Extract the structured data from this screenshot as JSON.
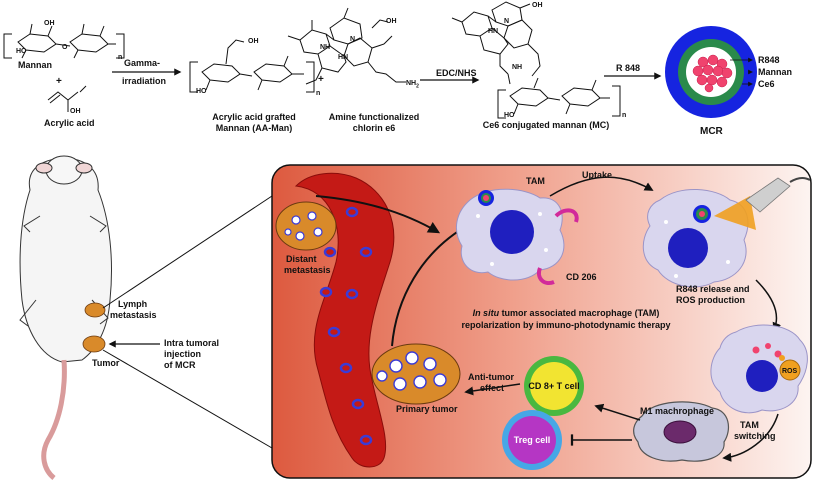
{
  "top_row": {
    "mannan": "Mannan",
    "plus_1": "+",
    "acrylic_acid": "Acrylic acid",
    "gamma_line1": "Gamma-",
    "gamma_line2": "irradiation",
    "aa_man_line1": "Acrylic acid grafted",
    "aa_man_line2": "Mannan (AA-Man)",
    "plus_2": "+",
    "amine_line1": "Amine functionalized",
    "amine_line2": "chlorin e6",
    "edc_nhs": "EDC/NHS",
    "mc_label": "Ce6 conjugated mannan (MC)",
    "r848_arrow": "R 848",
    "mcr_label": "MCR",
    "legend_r848": "R848",
    "legend_mannan": "Mannan",
    "legend_ce6": "Ce6",
    "sub_n1": "n",
    "sub_n2": "n",
    "sub_n3": "n",
    "oh": "OH",
    "ho": "HO",
    "o": "O",
    "nh": "NH",
    "hn": "HN",
    "n": "N",
    "nh2": "NH",
    "nh2_sub": "2",
    "oh_alt": "HO"
  },
  "mouse": {
    "lymph_line1": "Lymph",
    "lymph_line2": "metastasis",
    "tumor": "Tumor",
    "injection_line1": "Intra tumoral",
    "injection_line2": "injection",
    "injection_line3": "of MCR"
  },
  "panel": {
    "distant_line1": "Distant",
    "distant_line2": "metastasis",
    "tam": "TAM",
    "uptake": "Uptake",
    "cd206": "CD 206",
    "r848_release_line1": "R848 release and",
    "r848_release_line2": "ROS production",
    "insitu_italic": "In situ",
    "insitu_rest": " tumor associated macrophage (TAM)",
    "repolar": "repolarization by immuno-photodynamic therapy",
    "ros": "ROS",
    "tam_switch_line1": "TAM",
    "tam_switch_line2": "switching",
    "m1": "M1 machrophage",
    "cd8": "CD 8+ T cell",
    "treg": "Treg cell",
    "antitumor_line1": "Anti-tumor",
    "antitumor_line2": "effect",
    "primary_tumor": "Primary tumor"
  },
  "colors": {
    "panel_left": "#e0654b",
    "panel_right": "#fbeae6",
    "vessel": "#c41a16",
    "rbc_ring": "#3b3bd6",
    "macrophage": "#d9d6ee",
    "nucleus": "#1f1fbf",
    "cd206": "#d22a9a",
    "cd8_fill": "#f2e431",
    "cd8_ring": "#49b840",
    "treg_fill": "#b536c4",
    "treg_ring": "#46a7e6",
    "mcr_outer": "#1624e0",
    "mcr_mid": "#2a8a4b",
    "mcr_core": "#f0436e",
    "tumor_orange": "#d98a2a"
  }
}
